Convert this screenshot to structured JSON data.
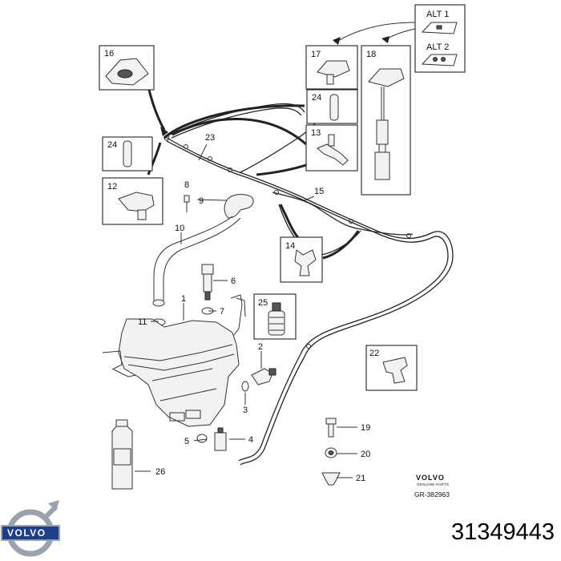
{
  "callouts": {
    "p1": "1",
    "p2": "2",
    "p3": "3",
    "p4": "4",
    "p5": "5",
    "p6": "6",
    "p7": "7",
    "p8": "8",
    "p9": "9",
    "p10": "10",
    "p11": "11",
    "p12": "12",
    "p13": "13",
    "p14": "14",
    "p15": "15",
    "p16": "16",
    "p17": "17",
    "p18": "18",
    "p19": "19",
    "p20": "20",
    "p21": "21",
    "p22": "22",
    "p23": "23",
    "p24a": "24",
    "p24b": "24",
    "p25": "25",
    "p26": "26"
  },
  "alternatives": {
    "alt1": "ALT 1",
    "alt2": "ALT 2"
  },
  "branding": {
    "logo_text": "VOLVO",
    "small_brand": "VOLVO",
    "small_sub": "GENUINE PARTS",
    "drawing_code": "GR-382963"
  },
  "part_number": "31349443",
  "colors": {
    "line": "#222222",
    "background": "#ffffff",
    "logo_blue": "#1d3f8a",
    "logo_metal": "#9aa3ad"
  }
}
